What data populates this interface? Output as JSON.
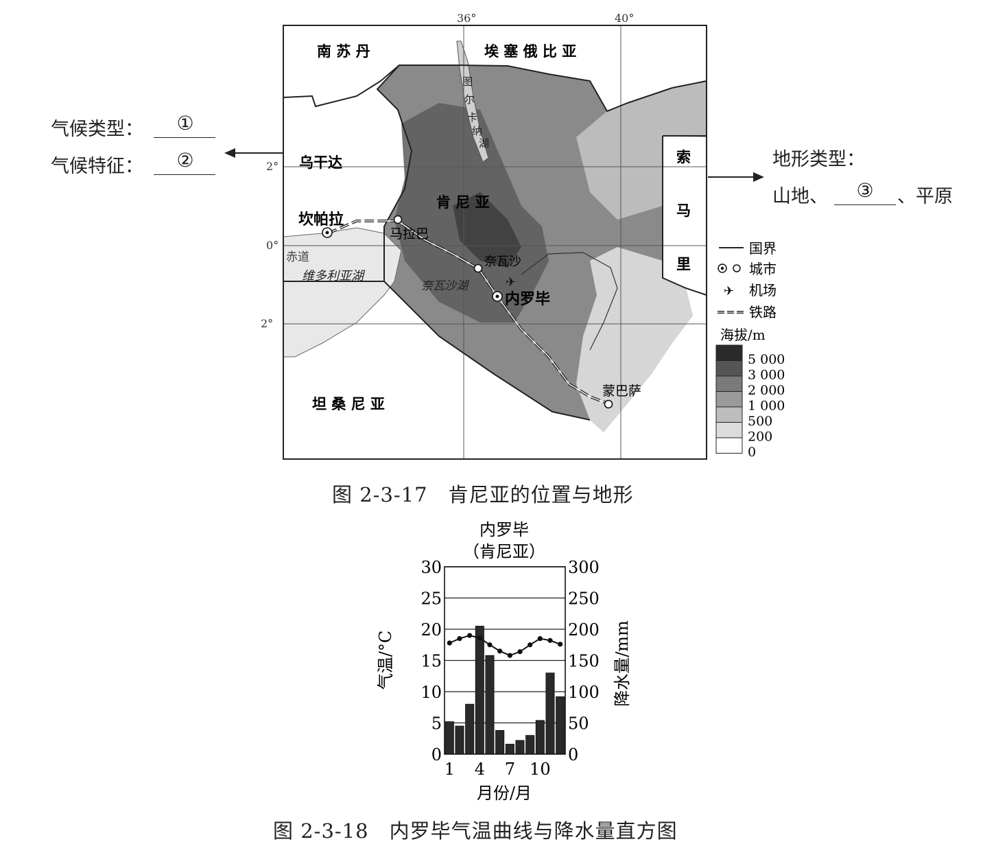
{
  "left_panel": {
    "climate_type_label": "气候类型：",
    "climate_type_blank": "①",
    "climate_feature_label": "气候特征：",
    "climate_feature_blank": "②"
  },
  "right_panel": {
    "terrain_type_label": "地形类型：",
    "terrain_prefix": "山地、",
    "terrain_blank": "③",
    "terrain_suffix": "、平原"
  },
  "map": {
    "lon_labels": [
      "36°",
      "40°"
    ],
    "lat_labels": [
      "2°",
      "0°",
      "2°"
    ],
    "countries": {
      "south_sudan": "南 苏 丹",
      "ethiopia": "埃 塞 俄 比 亚",
      "uganda": "乌干达",
      "kenya": "肯 尼 亚",
      "somalia": [
        "索",
        "马",
        "里"
      ],
      "tanzania": "坦 桑 尼 亚"
    },
    "lake_turkana": [
      "图",
      "尔",
      "卡",
      "纳",
      "湖"
    ],
    "cities": {
      "kampala": "坎帕拉",
      "malaba": "马拉巴",
      "naivasha": "奈瓦沙",
      "nairobi": "内罗毕",
      "mombasa": "蒙巴萨"
    },
    "equator_label": "赤道",
    "lake_victoria": "维多利亚湖",
    "lake_naivasha": "奈瓦沙湖",
    "legend": {
      "items": [
        "国界",
        "城市",
        "机场",
        "铁路"
      ],
      "elevation_title": "海拔/m",
      "elevation_levels": [
        "5 000",
        "3 000",
        "2 000",
        "1 000",
        "500",
        "200",
        "0"
      ],
      "elevation_colors": [
        "#2a2a2a",
        "#555555",
        "#7a7a7a",
        "#9a9a9a",
        "#bdbdbd",
        "#dcdcdc",
        "#ffffff"
      ]
    }
  },
  "figure1_caption": "图 2-3-17　肯尼亚的位置与地形",
  "figure2_caption": "图 2-3-18　内罗毕气温曲线与降水量直方图",
  "chart_data": {
    "type": "bar",
    "title": "内罗毕",
    "subtitle": "（肯尼亚）",
    "xlabel": "月份/月",
    "ylabel_left": "气温/°C",
    "ylabel_right": "降水量/mm",
    "categories": [
      1,
      2,
      3,
      4,
      5,
      6,
      7,
      8,
      9,
      10,
      11,
      12
    ],
    "x_tick_labels": [
      "1",
      "4",
      "7",
      "10"
    ],
    "left_ylim": [
      0,
      30
    ],
    "left_ticks": [
      "0",
      "5",
      "10",
      "15",
      "20",
      "25",
      "30"
    ],
    "right_ylim": [
      0,
      300
    ],
    "right_ticks": [
      "0",
      "50",
      "100",
      "150",
      "200",
      "250",
      "300"
    ],
    "grid": true,
    "series": [
      {
        "kind": "bar",
        "axis": "right",
        "values": [
          52,
          45,
          80,
          205,
          158,
          38,
          16,
          22,
          30,
          54,
          130,
          92
        ]
      },
      {
        "kind": "line",
        "axis": "left",
        "values": [
          17.8,
          18.5,
          19.0,
          18.6,
          17.5,
          16.5,
          15.8,
          16.4,
          17.5,
          18.5,
          18.2,
          17.6
        ]
      }
    ]
  }
}
